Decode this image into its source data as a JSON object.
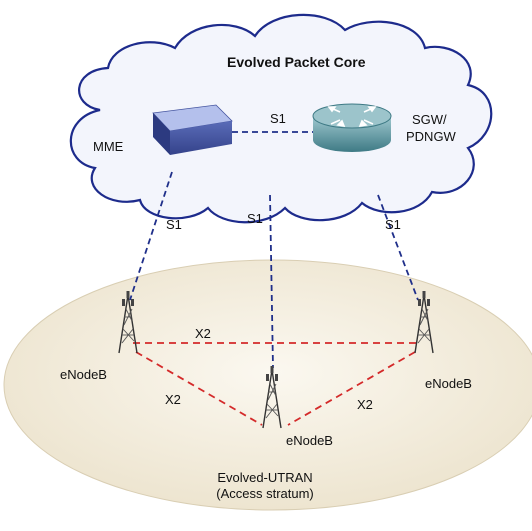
{
  "core": {
    "title": "Evolved Packet Core"
  },
  "mme": {
    "label": "MME"
  },
  "gateway": {
    "label_line1": "SGW/",
    "label_line2": "PDNGW"
  },
  "interfaces": {
    "s1_core": "S1",
    "s1_left": "S1",
    "s1_middle": "S1",
    "s1_right": "S1",
    "x2_top": "X2",
    "x2_left": "X2",
    "x2_right": "X2"
  },
  "enodebs": {
    "left": "eNodeB",
    "middle": "eNodeB",
    "right": "eNodeB"
  },
  "ran": {
    "title_line1": "Evolved-UTRAN",
    "title_line2": "(Access stratum)"
  },
  "colors": {
    "cloud_fill": "#f1f3fb",
    "cloud_stroke": "#2d3b97",
    "ellipse_fill": "#f0ead9",
    "link_s1": "#1f2f8a",
    "link_x2": "#d42a2a",
    "mme_top": "#a9b6e6",
    "router_body": "#5f9aa4"
  },
  "icons": [
    "mme-box-icon",
    "router-icon",
    "antenna-tower-icon"
  ]
}
